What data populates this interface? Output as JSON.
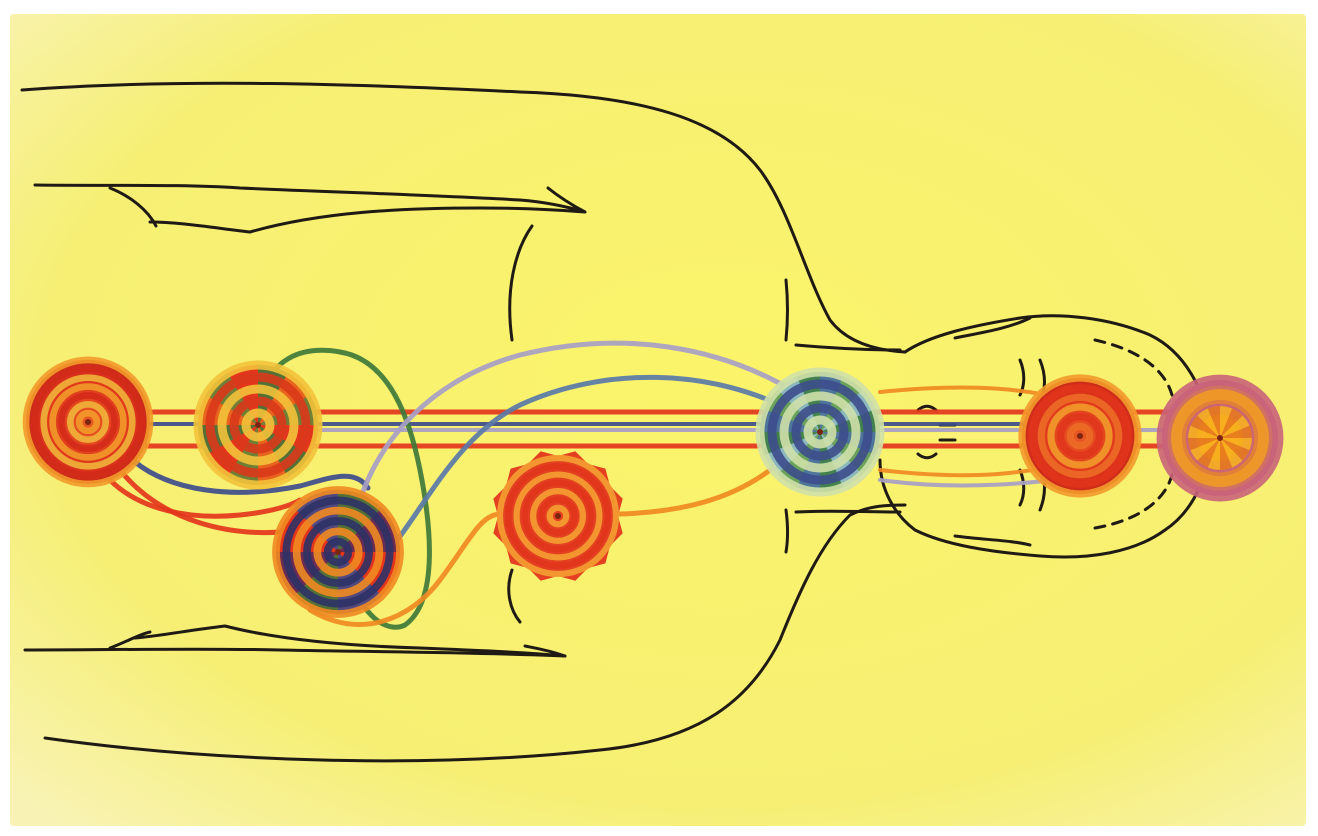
{
  "image": {
    "subject": "body-outline-with-energy-centers",
    "palette": {
      "paper": "#f7f06a",
      "paper_edge": "#fbf8c8",
      "outline": "#1f1a14",
      "red": "#e3361c",
      "orange": "#f08a22",
      "green": "#3f7a3a",
      "blue": "#3d4c8c",
      "lavender": "#a7a0c6",
      "yellow_light": "#fff27a"
    },
    "centers": [
      {
        "id": "crown-center",
        "style": "orange-red-with-inner-gold-flower"
      },
      {
        "id": "brow-center",
        "style": "red-orange-concentric"
      },
      {
        "id": "throat-center",
        "style": "blue-green-petals"
      },
      {
        "id": "heart-center",
        "style": "red-orange-scalloped"
      },
      {
        "id": "solar-center",
        "style": "red-blue-green-mixed"
      },
      {
        "id": "sacral-center",
        "style": "red-green-segments"
      },
      {
        "id": "root-center",
        "style": "red-concentric"
      }
    ]
  }
}
